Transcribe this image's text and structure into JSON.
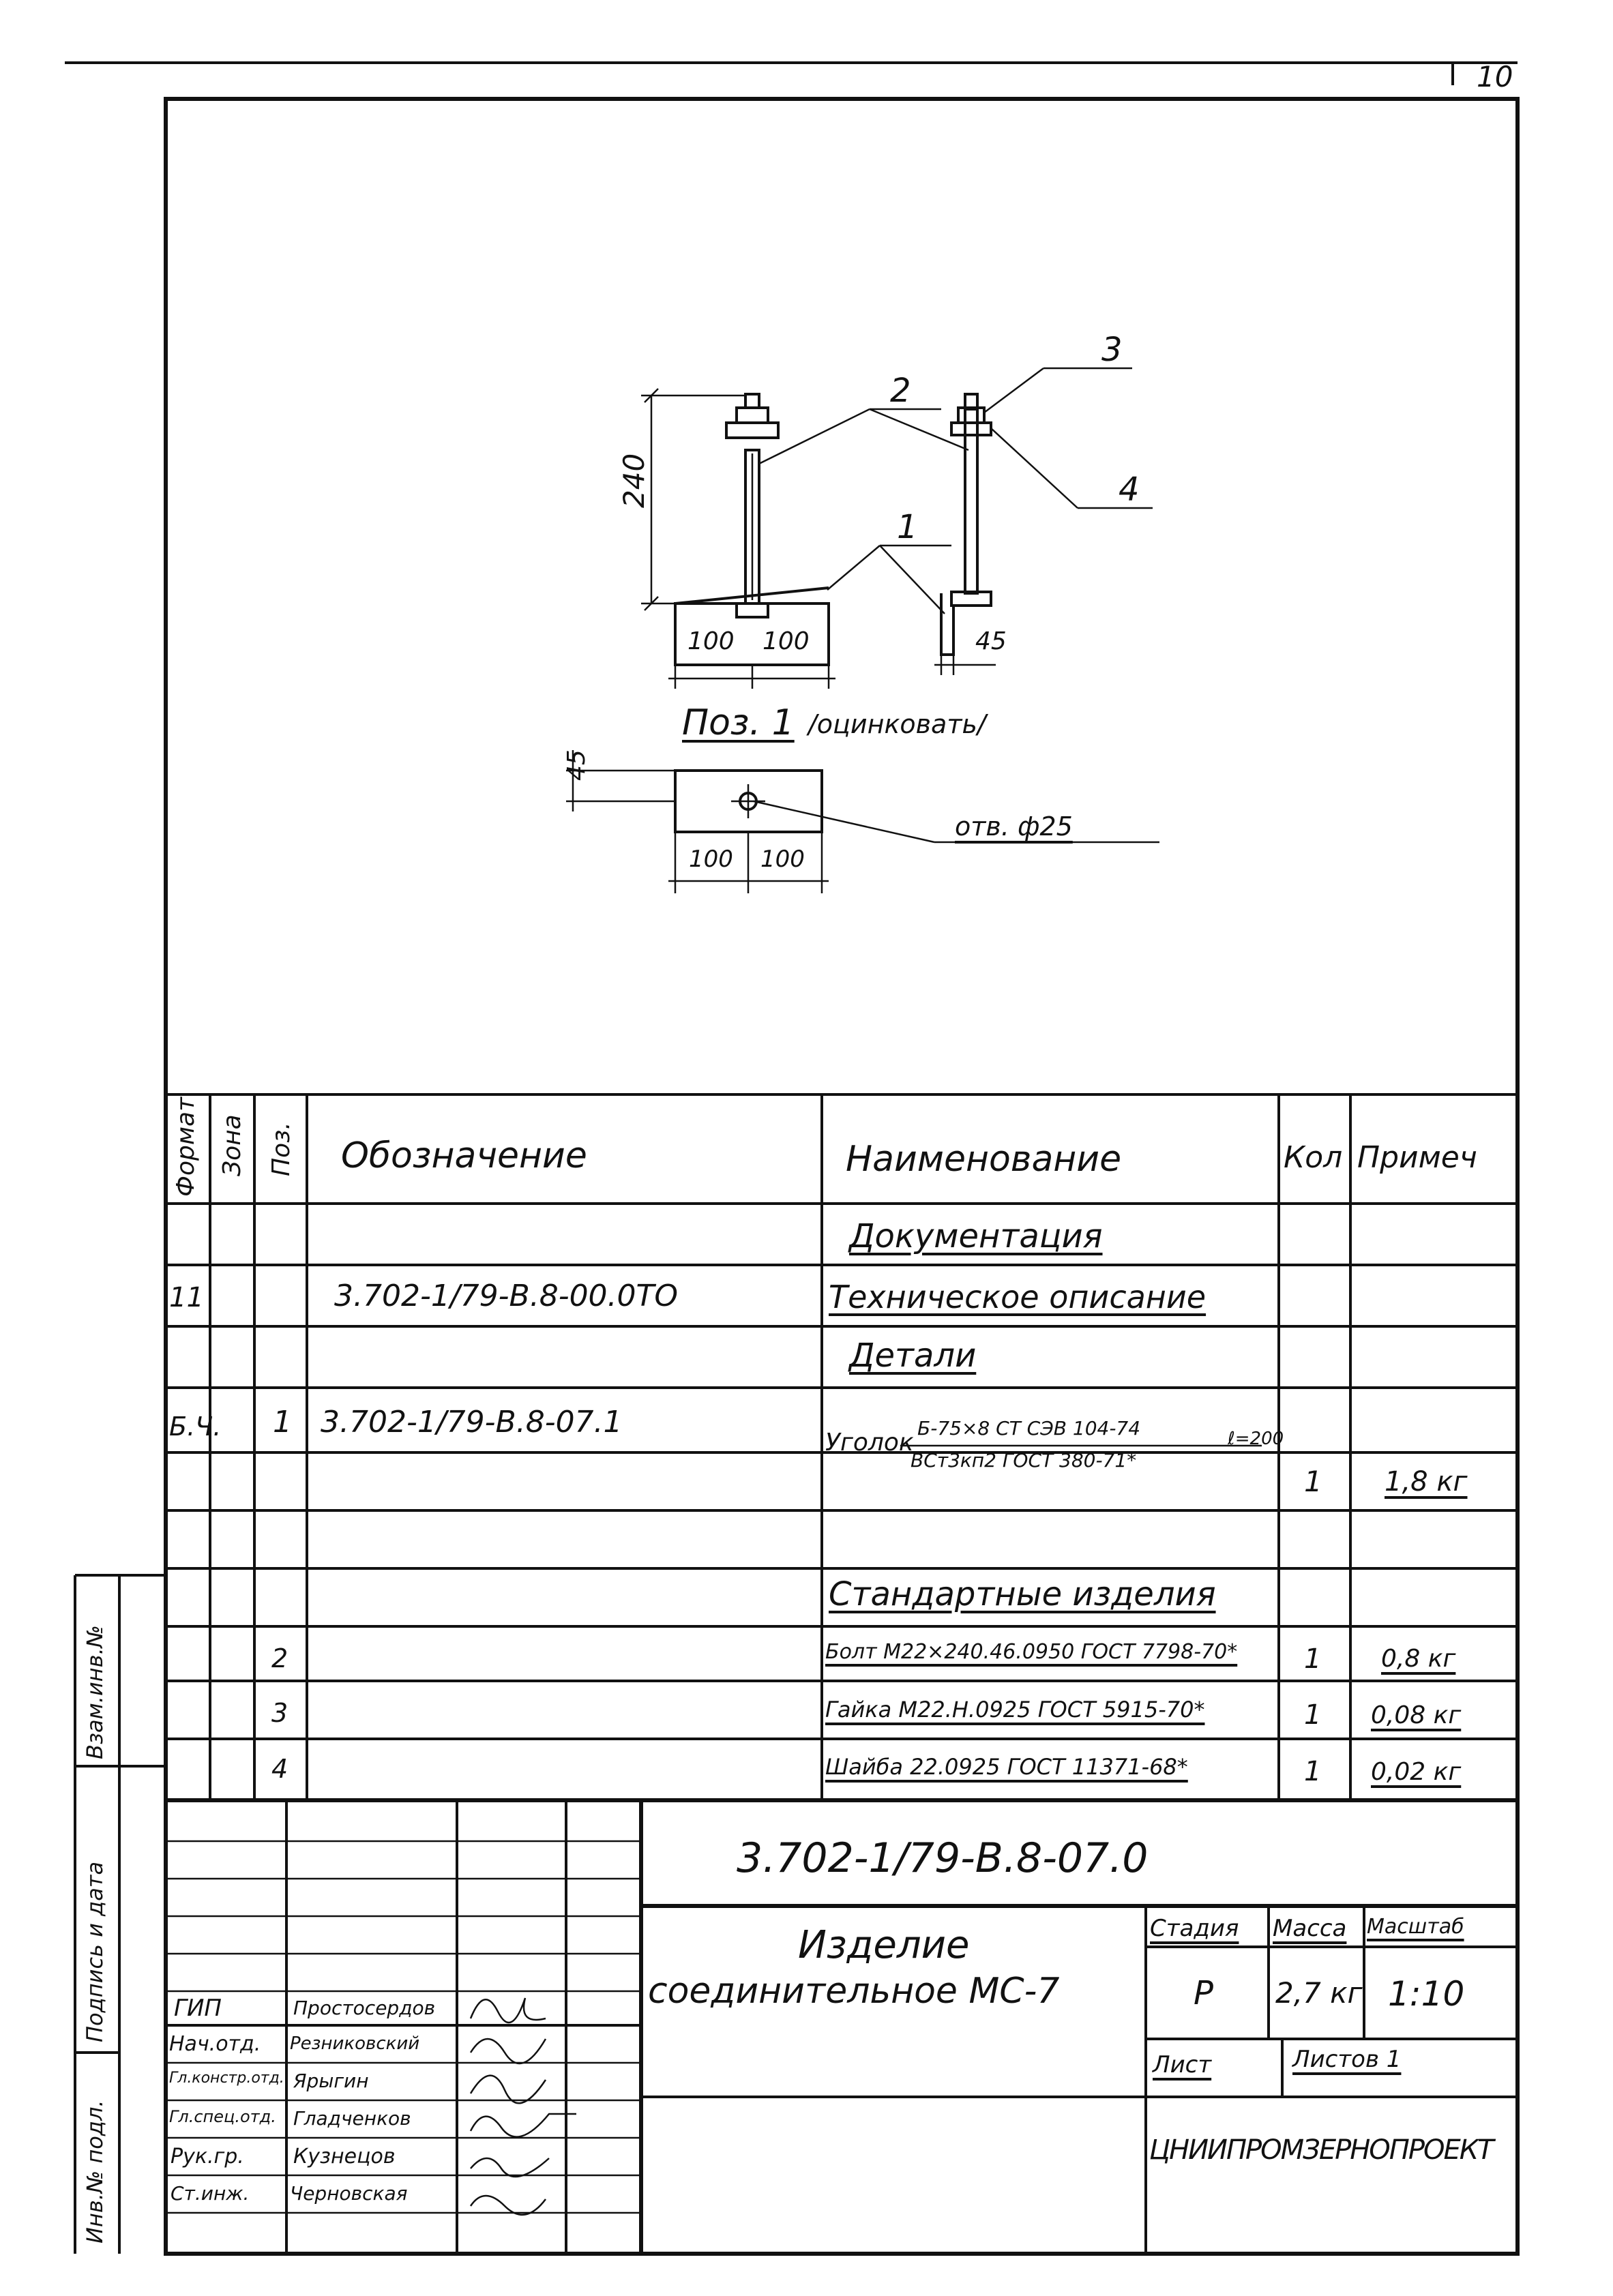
{
  "sheet_number": "10",
  "drawing": {
    "dim_height": "240",
    "dim_left_a": "100",
    "dim_left_b": "100",
    "dim_side": "45",
    "callouts": [
      "1",
      "2",
      "3",
      "4"
    ],
    "detail_title": "Поз. 1",
    "detail_note": "/оцинковать/",
    "detail_dim_height": "45",
    "detail_dim_a": "100",
    "detail_dim_b": "100",
    "hole_label": "отв. ф25"
  },
  "spec_table": {
    "headers": {
      "format": "Формат",
      "zone": "Зона",
      "pos": "Поз.",
      "designation": "Обозначение",
      "name": "Наименование",
      "qty": "Кол",
      "note": "Примеч"
    },
    "rows": [
      {
        "format": "",
        "pos": "",
        "designation": "",
        "name": "Документация",
        "qty": "",
        "note": "",
        "section": true
      },
      {
        "format": "11",
        "pos": "",
        "designation": "3.702-1/79-В.8-00.0ТО",
        "name": "Техническое описание",
        "qty": "",
        "note": ""
      },
      {
        "format": "",
        "pos": "",
        "designation": "",
        "name": "Детали",
        "qty": "",
        "note": "",
        "section": true
      },
      {
        "format": "Б.Ч.",
        "pos": "1",
        "designation": "3.702-1/79-В.8-07.1",
        "name_line1": "Уголок",
        "name_frac_top": "Б-75×8 СТ СЭВ 104-74",
        "name_frac_bottom": "ВСт3кп2 ГОСТ 380-71*",
        "name_len": "ℓ=200",
        "qty": "1",
        "note": "1,8 кг"
      },
      {
        "format": "",
        "pos": "",
        "designation": "",
        "name": "Стандартные изделия",
        "qty": "",
        "note": "",
        "section": true
      },
      {
        "format": "",
        "pos": "2",
        "designation": "",
        "name": "Болт М22×240.46.0950 ГОСТ 7798-70*",
        "qty": "1",
        "note": "0,8 кг"
      },
      {
        "format": "",
        "pos": "3",
        "designation": "",
        "name": "Гайка М22.Н.0925 ГОСТ 5915-70*",
        "qty": "1",
        "note": "0,08 кг"
      },
      {
        "format": "",
        "pos": "4",
        "designation": "",
        "name": "Шайба 22.0925 ГОСТ 11371-68*",
        "qty": "1",
        "note": "0,02 кг"
      }
    ]
  },
  "title_block": {
    "doc_number": "3.702-1/79-В.8-07.0",
    "title_line1": "Изделие",
    "title_line2": "соединительное МС-7",
    "stage_label": "Стадия",
    "mass_label": "Масса",
    "scale_label": "Масштаб",
    "stage": "Р",
    "mass": "2,7 кг",
    "scale": "1:10",
    "sheet_label": "Лист",
    "sheets_label": "Листов 1",
    "organization": "ЦНИИПРОМЗЕРНОПРОЕКТ",
    "signers": [
      {
        "role": "ГИП",
        "name": "Простосердов"
      },
      {
        "role": "Нач.отд.",
        "name": "Резниковский"
      },
      {
        "role": "Гл.констр.отд.",
        "name": "Ярыгин"
      },
      {
        "role": "Гл.спец.отд.",
        "name": "Гладченков"
      },
      {
        "role": "Рук.гр.",
        "name": "Кузнецов"
      },
      {
        "role": "Ст.инж.",
        "name": "Черновская"
      }
    ]
  },
  "side_stamp": {
    "inv_sub": "Инв.№ подл.",
    "sign_date": "Подпись и дата",
    "replace_inv": "Взам.инв.№"
  }
}
